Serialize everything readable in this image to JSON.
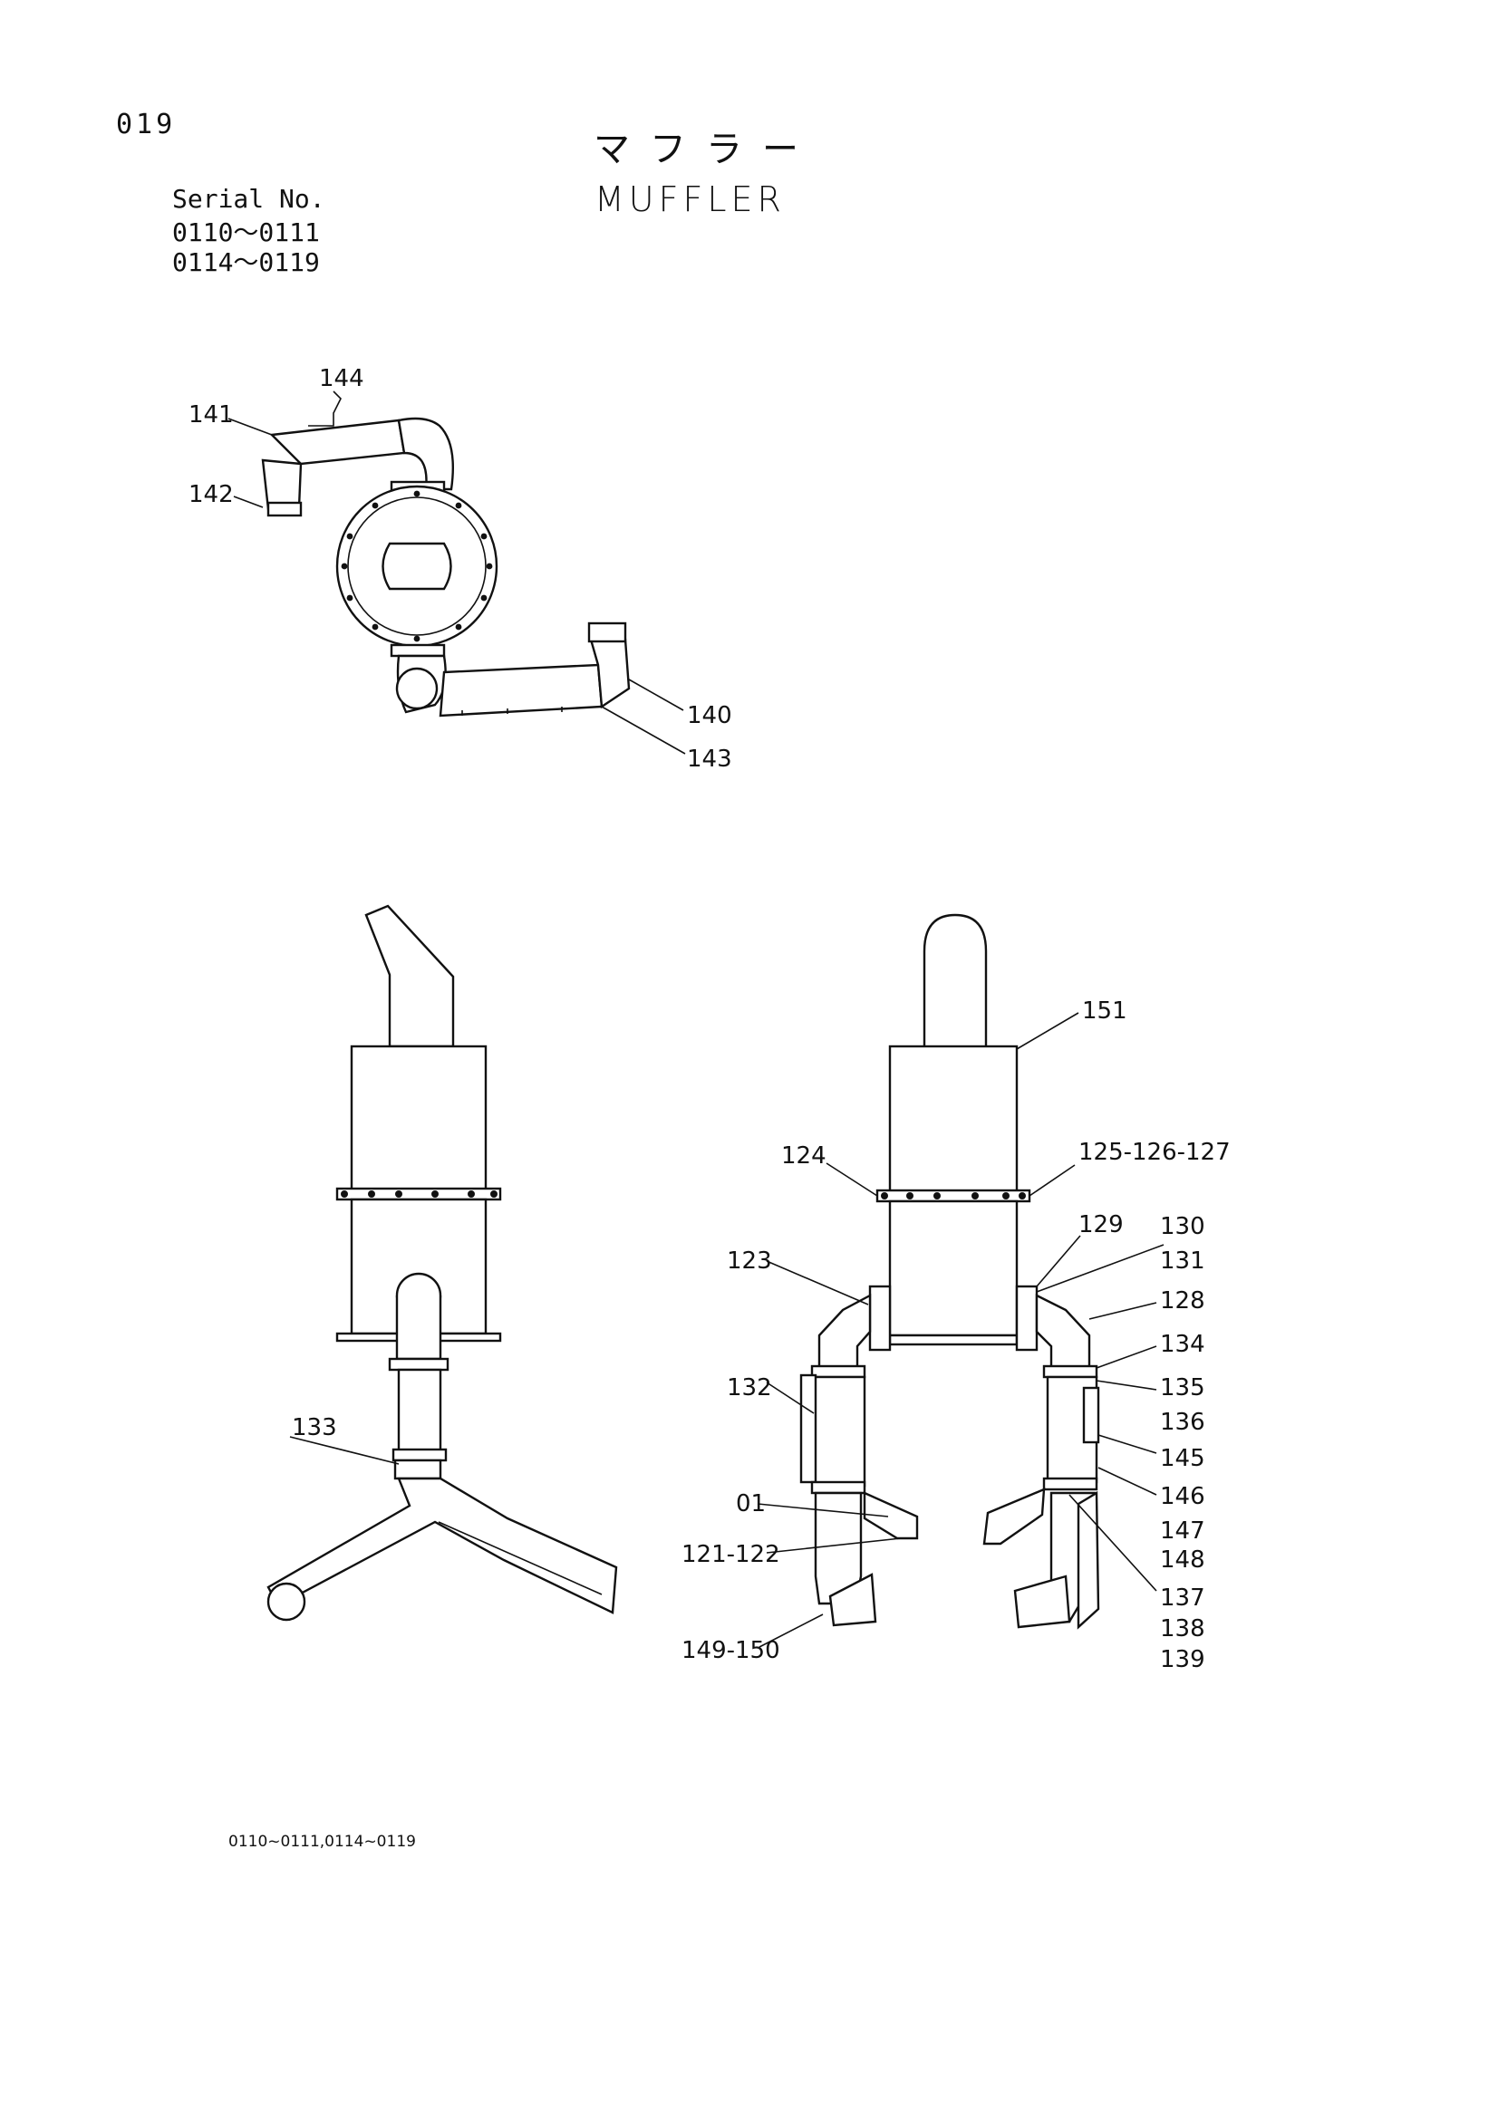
{
  "header": {
    "page_number": "019",
    "title_jp": "マフラー",
    "title_en": "MUFFLER",
    "serial_label": "Serial No.",
    "serial_ranges": [
      "0110〜0111",
      "0114〜0119"
    ]
  },
  "footer": {
    "serial_note": "0110~0111,0114~0119"
  },
  "part_labels": {
    "p144": "144",
    "p141": "141",
    "p142": "142",
    "p140": "140",
    "p143": "143",
    "p151": "151",
    "p124": "124",
    "p125": "125-126-127",
    "p129": "129",
    "p130": "130",
    "p131": "131",
    "p123": "123",
    "p128": "128",
    "p134": "134",
    "p132": "132",
    "p135": "135",
    "p136": "136",
    "p145": "145",
    "p146": "146",
    "p01": "01",
    "p147": "147",
    "p121": "121-122",
    "p148": "148",
    "p137": "137",
    "p138": "138",
    "p149": "149-150",
    "p139": "139",
    "p133": "133"
  }
}
